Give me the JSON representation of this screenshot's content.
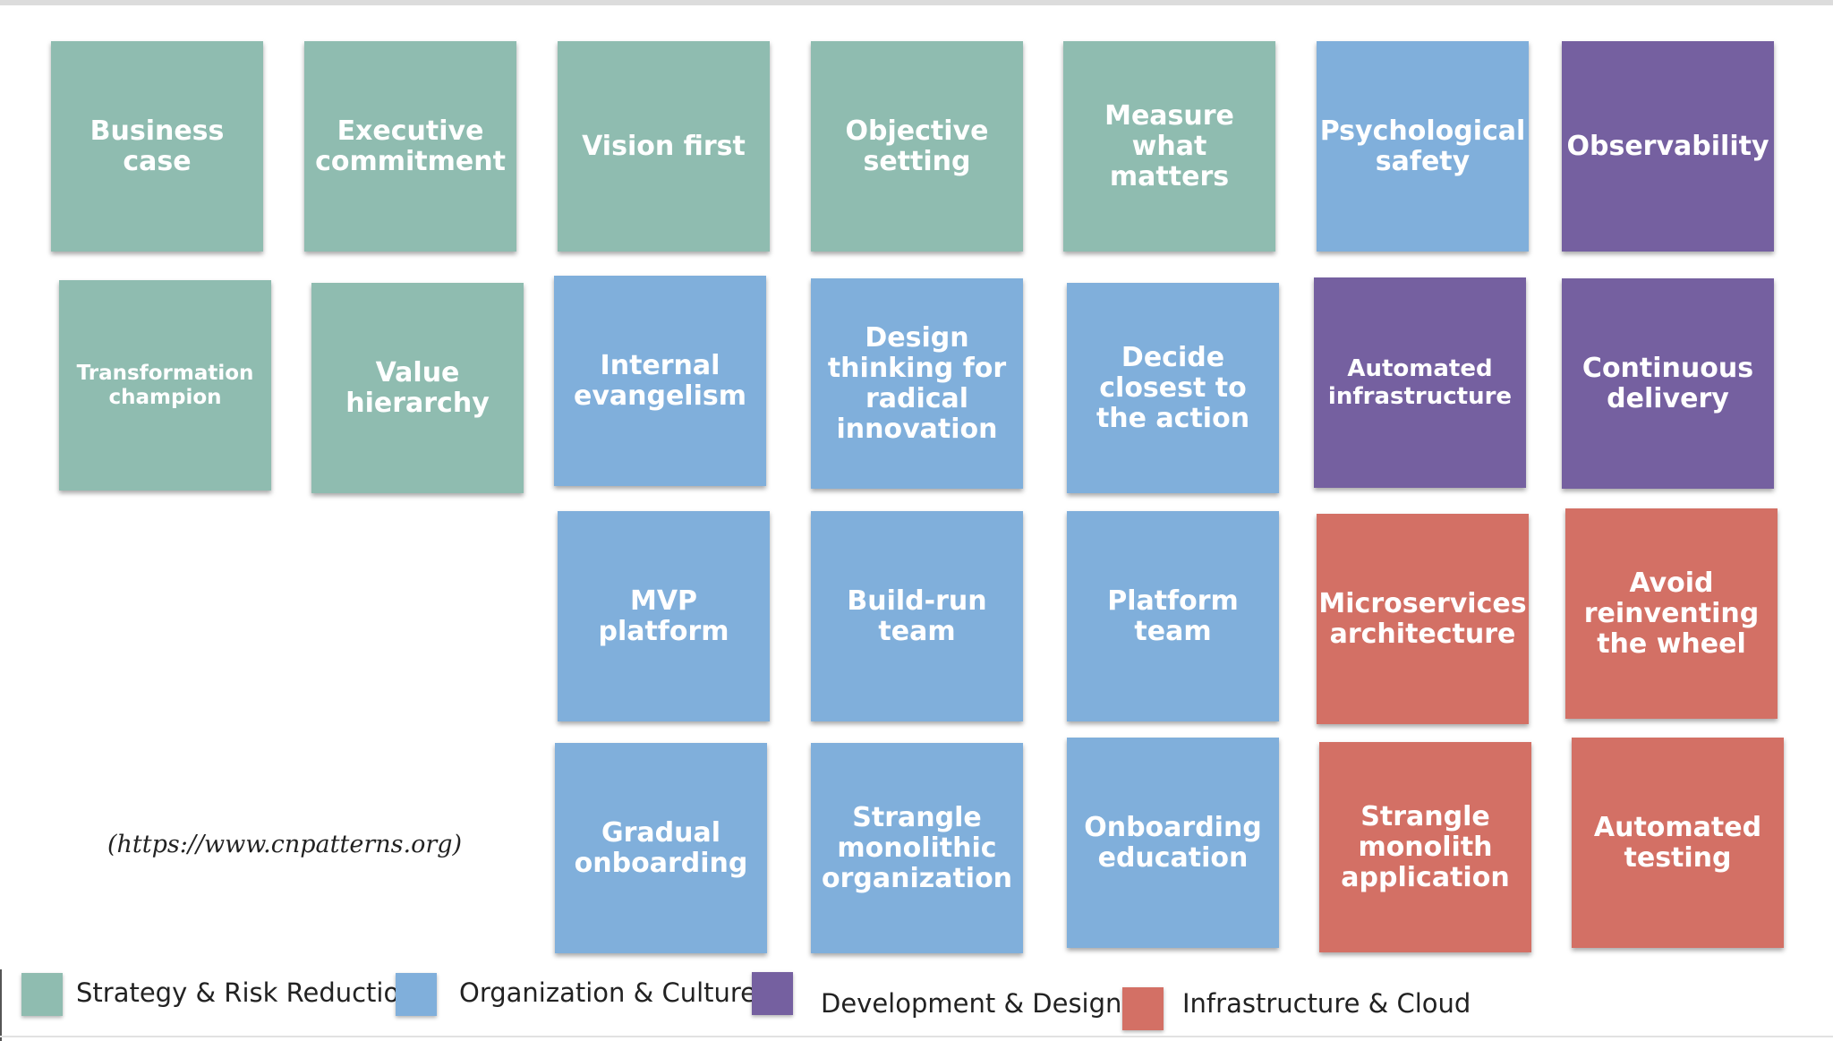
{
  "colors": {
    "strategy": "#8fbcb0",
    "organization": "#80afdb",
    "development": "#7560a0",
    "infrastructure": "#d37065"
  },
  "cards": {
    "business_case": "Business case",
    "executive_commitment": "Executive commitment",
    "vision_first": "Vision first",
    "objective_setting": "Objective setting",
    "measure_what_matters": "Measure what matters",
    "psychological_safety": "Psychological safety",
    "observability": "Observability",
    "transformation_champion": "Transformation champion",
    "value_hierarchy": "Value hierarchy",
    "internal_evangelism": "Internal evangelism",
    "design_thinking": "Design thinking for radical innovation",
    "decide_closest": "Decide closest to the action",
    "automated_infrastructure": "Automated infrastructure",
    "continuous_delivery": "Continuous delivery",
    "mvp_platform": "MVP platform",
    "build_run_team": "Build-run team",
    "platform_team": "Platform team",
    "microservices_architecture": "Microservices architecture",
    "avoid_reinventing": "Avoid reinventing the wheel",
    "gradual_onboarding": "Gradual onboarding",
    "strangle_org": "Strangle monolithic organization",
    "onboarding_education": "Onboarding education",
    "strangle_app": "Strangle monolith application",
    "automated_testing": "Automated testing"
  },
  "source_url": "(https://www.cnpatterns.org)",
  "legend": {
    "strategy": "Strategy & Risk Reduction",
    "organization": "Organization & Culture",
    "development": "Development & Design",
    "infrastructure": "Infrastructure & Cloud"
  }
}
